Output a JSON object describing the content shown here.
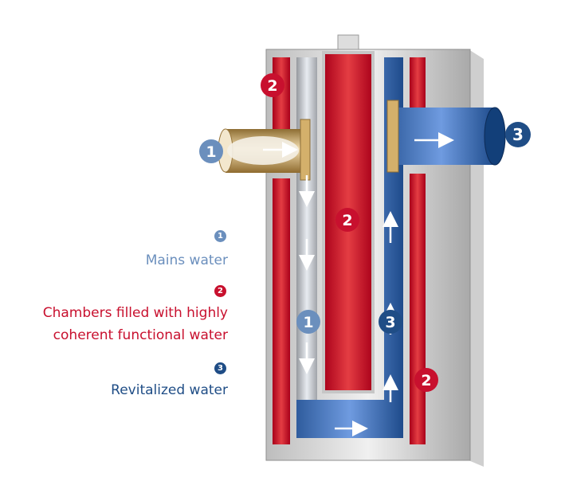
{
  "colors": {
    "mains": "#6b8fbd",
    "chamber": "#c8102e",
    "revitalized": "#1f4d86",
    "housing": "#d7d7d7"
  },
  "legend": [
    {
      "number": "1",
      "label_lines": [
        "Mains water"
      ],
      "color": "#6b8fbd"
    },
    {
      "number": "2",
      "label_lines": [
        "Chambers filled with highly",
        "coherent functional water"
      ],
      "color": "#c8102e"
    },
    {
      "number": "3",
      "label_lines": [
        "Revitalized water"
      ],
      "color": "#1f4d86"
    }
  ],
  "diagram": {
    "markers": {
      "inlet": "1",
      "outlet": "3",
      "chamber_top_left": "2",
      "chamber_center": "2",
      "chamber_bottom_right": "2",
      "inflow_channel": "1",
      "outflow_channel": "3"
    },
    "icons": {
      "inlet_pipe": "threaded-inlet-pipe-icon",
      "outlet_pipe": "threaded-outlet-pipe-icon",
      "arrow": "flow-arrow-icon"
    }
  }
}
